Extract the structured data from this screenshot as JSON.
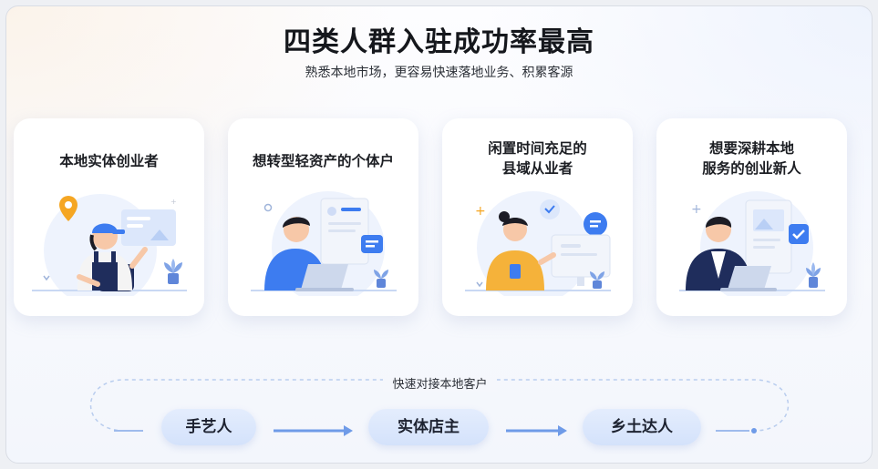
{
  "header": {
    "title": "四类人群入驻成功率最高",
    "subtitle": "熟悉本地市场，更容易快速落地业务、积累客源"
  },
  "cards": [
    {
      "title_line1": "本地实体创业者",
      "title_line2": ""
    },
    {
      "title_line1": "想转型轻资产的个体户",
      "title_line2": ""
    },
    {
      "title_line1": "闲置时间充足的",
      "title_line2": "县域从业者"
    },
    {
      "title_line1": "想要深耕本地",
      "title_line2": "服务的创业新人"
    }
  ],
  "flow": {
    "label": "快速对接本地客户",
    "steps": [
      "手艺人",
      "实体店主",
      "乡土达人"
    ]
  },
  "colors": {
    "accent_blue": "#3d7cf0",
    "light_blue": "#d4e2fb",
    "accent_orange": "#f5a623",
    "navy": "#1f2d5c"
  },
  "icons": [
    "location-pin-icon",
    "image-card-icon",
    "document-icon",
    "chat-icon",
    "shield-check-icon",
    "checkbox-icon",
    "plant-icon",
    "laptop-icon",
    "monitor-icon"
  ]
}
